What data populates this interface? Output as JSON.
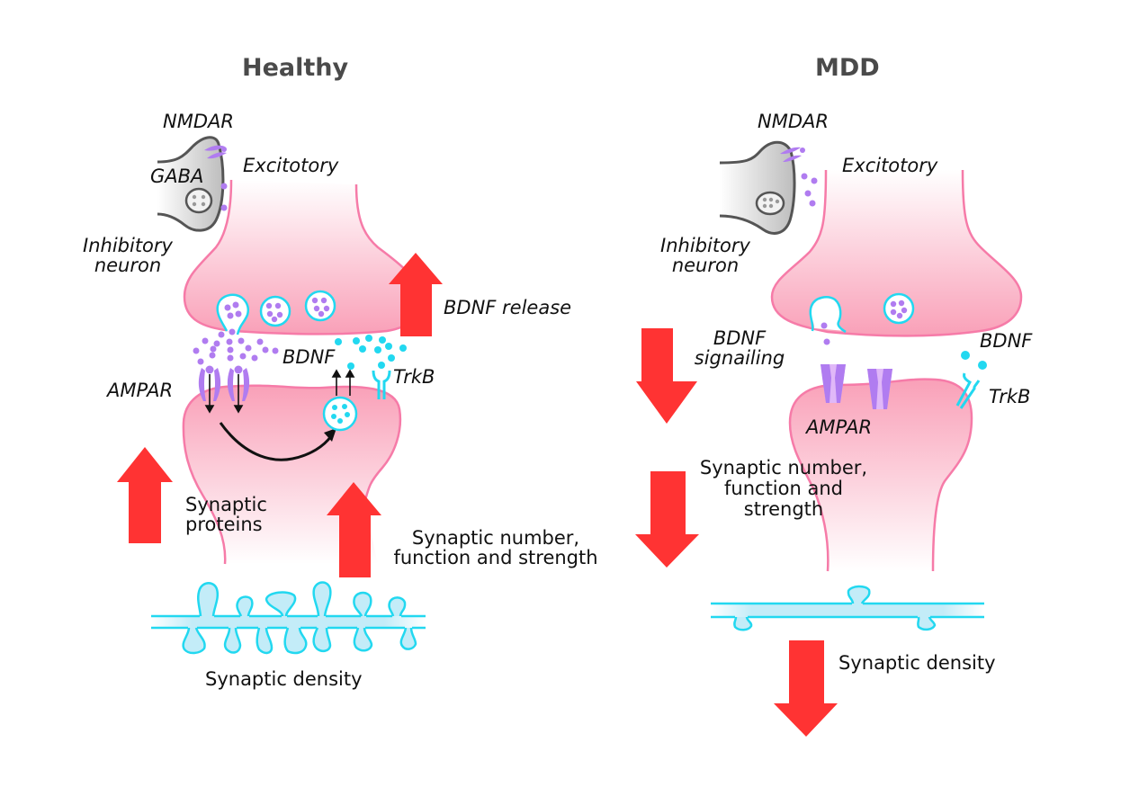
{
  "panels": {
    "healthy": {
      "title": "Healthy",
      "labels": {
        "nmdar": "NMDAR",
        "gaba": "GABA",
        "excitatory": "Excitotory",
        "inhibitory_neuron": [
          "Inhibitory",
          "neuron"
        ],
        "bdnf_release": "BDNF release",
        "bdnf": "BDNF",
        "trkb": "TrkB",
        "ampar": "AMPAR",
        "synaptic_proteins": [
          "Synaptic",
          "proteins"
        ],
        "synaptic_number": [
          "Synaptic number,",
          "function and strength"
        ],
        "synaptic_density": "Synaptic density"
      },
      "arrows": {
        "bdnf_release": "up",
        "synaptic_proteins": "up",
        "synaptic_number": "up"
      }
    },
    "mdd": {
      "title": "MDD",
      "labels": {
        "nmdar": "NMDAR",
        "excitatory": "Excitotory",
        "inhibitory_neuron": [
          "Inhibitory",
          "neuron"
        ],
        "bdnf_signalling": [
          "BDNF",
          "signailing"
        ],
        "bdnf": "BDNF",
        "trkb": "TrkB",
        "ampar": "AMPAR",
        "synaptic_number": [
          "Synaptic number,",
          "function and",
          "strength"
        ],
        "synaptic_density": "Synaptic density"
      },
      "arrows": {
        "bdnf_signalling": "down",
        "synaptic_number": "down",
        "synaptic_density": "down"
      }
    }
  },
  "colors": {
    "arrow": "#ff3333",
    "membrane": "#f67ba8",
    "cytoplasm_top": "#f9a3bb",
    "cytoplasm_bottom": "#ffffff",
    "glutamate": "#b07cf0",
    "bdnf": "#22d8f0",
    "dendrite_fill": "#c3ecf8",
    "inhibitory_fill": "#c8c8c8",
    "title": "#4a4a4a"
  }
}
